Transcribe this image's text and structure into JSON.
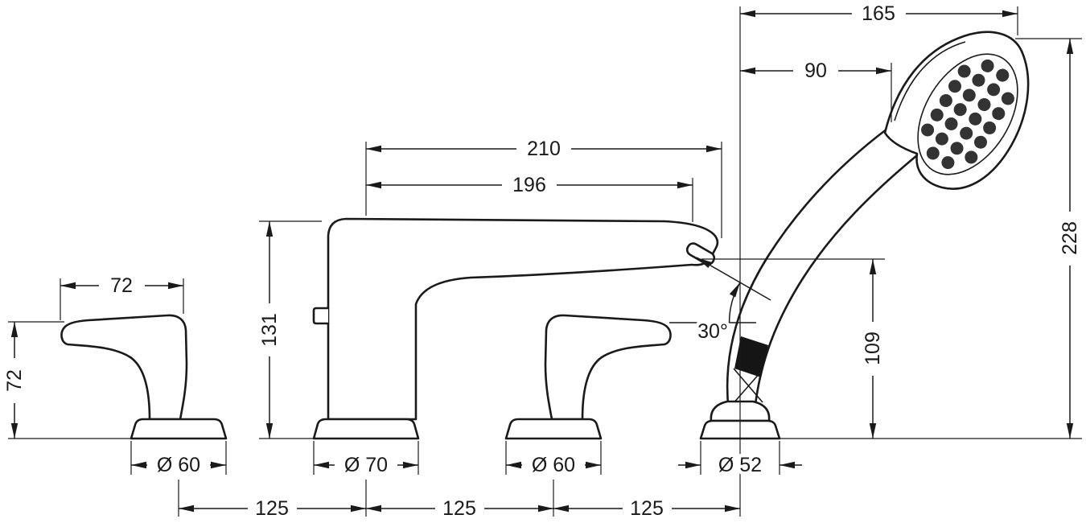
{
  "drawing": {
    "colors": {
      "line": "#1a1a1a",
      "background": "#ffffff"
    },
    "dims": {
      "top_overall": "165",
      "head_offset": "90",
      "spout_reach": "210",
      "aerator_reach": "196",
      "shower_height": "228",
      "spout_height": "131",
      "outlet_height": "109",
      "handle_length": "72",
      "handle_height": "72",
      "outlet_angle": "30°",
      "base_handle_left": "Ø 60",
      "base_spout": "Ø 70",
      "base_handle_right": "Ø 60",
      "base_shower": "Ø 52",
      "spacing_1": "125",
      "spacing_2": "125",
      "spacing_3": "125"
    }
  }
}
